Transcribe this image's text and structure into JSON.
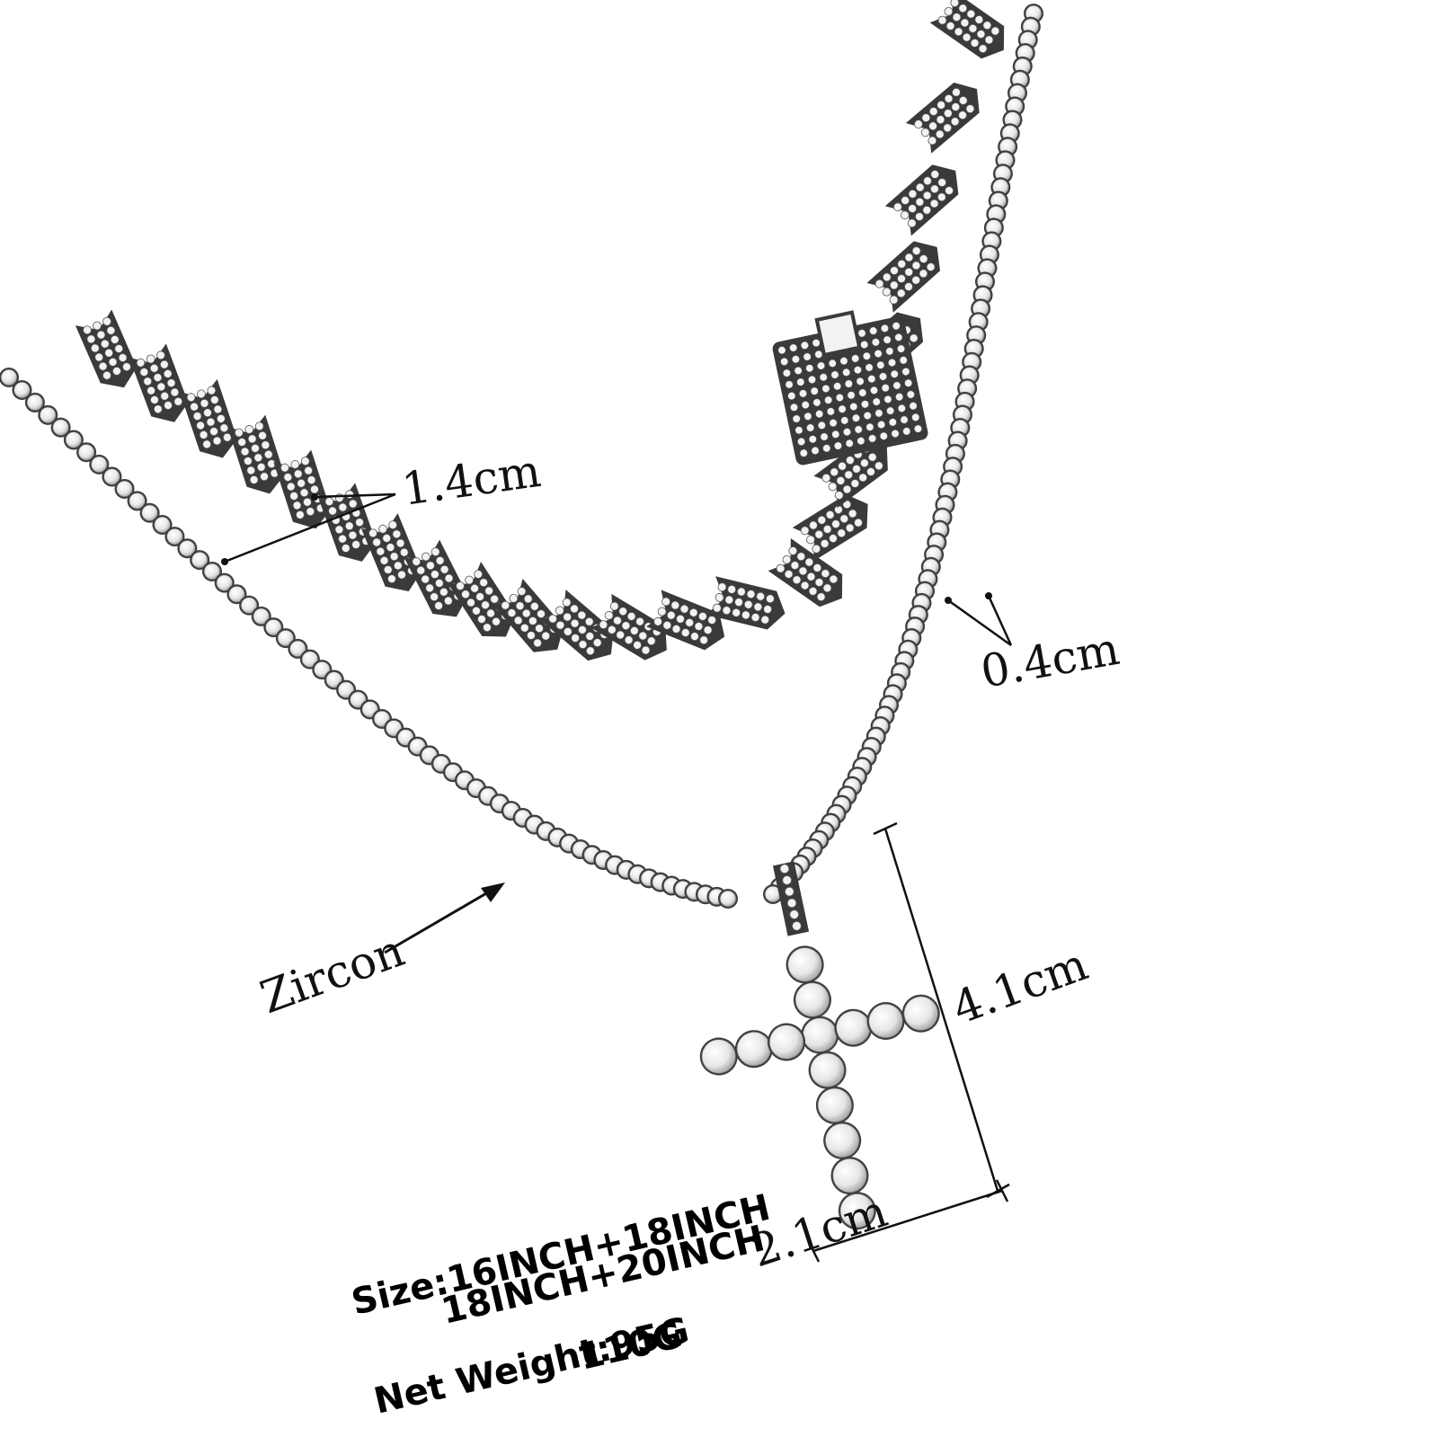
{
  "colors": {
    "background": "#ffffff",
    "metal": "#3a3a3a",
    "stone": "#f2f2f2",
    "stone_edge": "#555555",
    "annotation": "#111111"
  },
  "annotations": {
    "cuban_width": "1.4cm",
    "tennis_width": "0.4cm",
    "zircon": "Zircon",
    "pendant_height": "4.1cm",
    "pendant_width": "2.1cm"
  },
  "specs": {
    "size_line_1": "Size:16INCH+18INCH",
    "size_line_2": "18INCH+20INCH",
    "weight_line_1": "Net Weight:95G",
    "weight_line_2": "110G"
  }
}
